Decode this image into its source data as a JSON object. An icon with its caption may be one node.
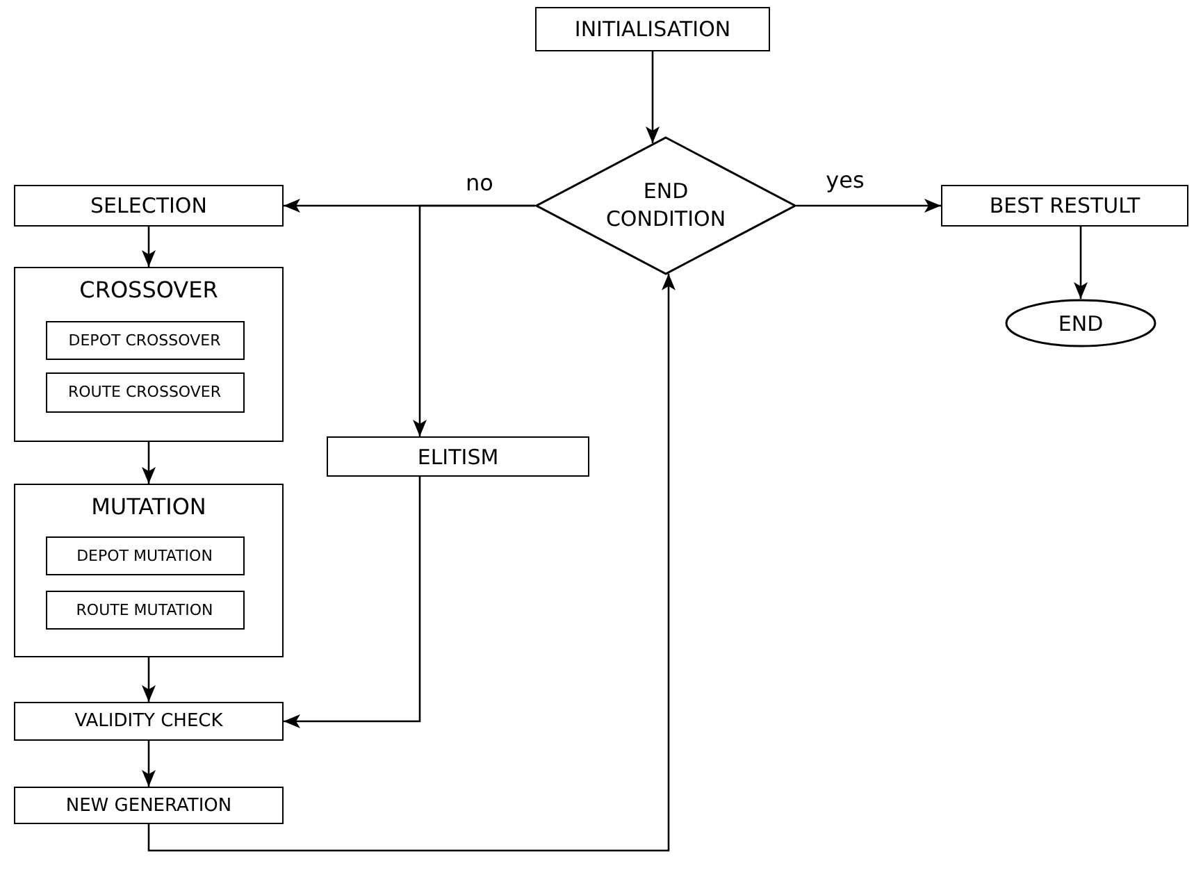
{
  "diagram": {
    "nodes": [
      {
        "text": [
          "INITIALISATION"
        ]
      },
      {
        "text": [
          "END CONDITION"
        ]
      },
      {
        "text": [
          "SELECTION"
        ]
      },
      {
        "text": [
          "BEST RESTULT"
        ]
      },
      {
        "text": [
          "END"
        ]
      },
      {
        "text": [
          "CROSSOVER"
        ]
      },
      {
        "text": [
          "DEPOT CROSSOVER"
        ],
        "in": 5
      },
      {
        "text": [
          "ROUTE CROSSOVER"
        ],
        "in": 5
      },
      {
        "text": [
          "ELITISM"
        ]
      },
      {
        "text": [
          "MUTATION"
        ]
      },
      {
        "text": [
          "DEPOT MUTATION"
        ],
        "in": 9
      },
      {
        "text": [
          "ROUTE MUTATION"
        ],
        "in": 9
      },
      {
        "text": [
          "VALIDITY CHECK"
        ]
      },
      {
        "text": [
          "NEW GENERATION"
        ]
      }
    ],
    "edges": [
      {
        "from": 0,
        "to": 1,
        "arrow": "to"
      },
      {
        "from": 1,
        "to": 2,
        "arrow": "to",
        "label": "no"
      },
      {
        "from": 1,
        "to": 8,
        "arrow": "to"
      },
      {
        "from": 1,
        "to": 3,
        "arrow": "to",
        "label": "yes"
      },
      {
        "from": 3,
        "to": 4,
        "arrow": "to"
      },
      {
        "from": 2,
        "to": 5,
        "arrow": "to"
      },
      {
        "from": 5,
        "to": 9,
        "arrow": "to"
      },
      {
        "from": 9,
        "to": 12,
        "arrow": "to"
      },
      {
        "from": 8,
        "to": 12,
        "arrow": "to"
      },
      {
        "from": 12,
        "to": 13,
        "arrow": "to"
      },
      {
        "from": 13,
        "to": 1,
        "arrow": "to"
      }
    ]
  }
}
